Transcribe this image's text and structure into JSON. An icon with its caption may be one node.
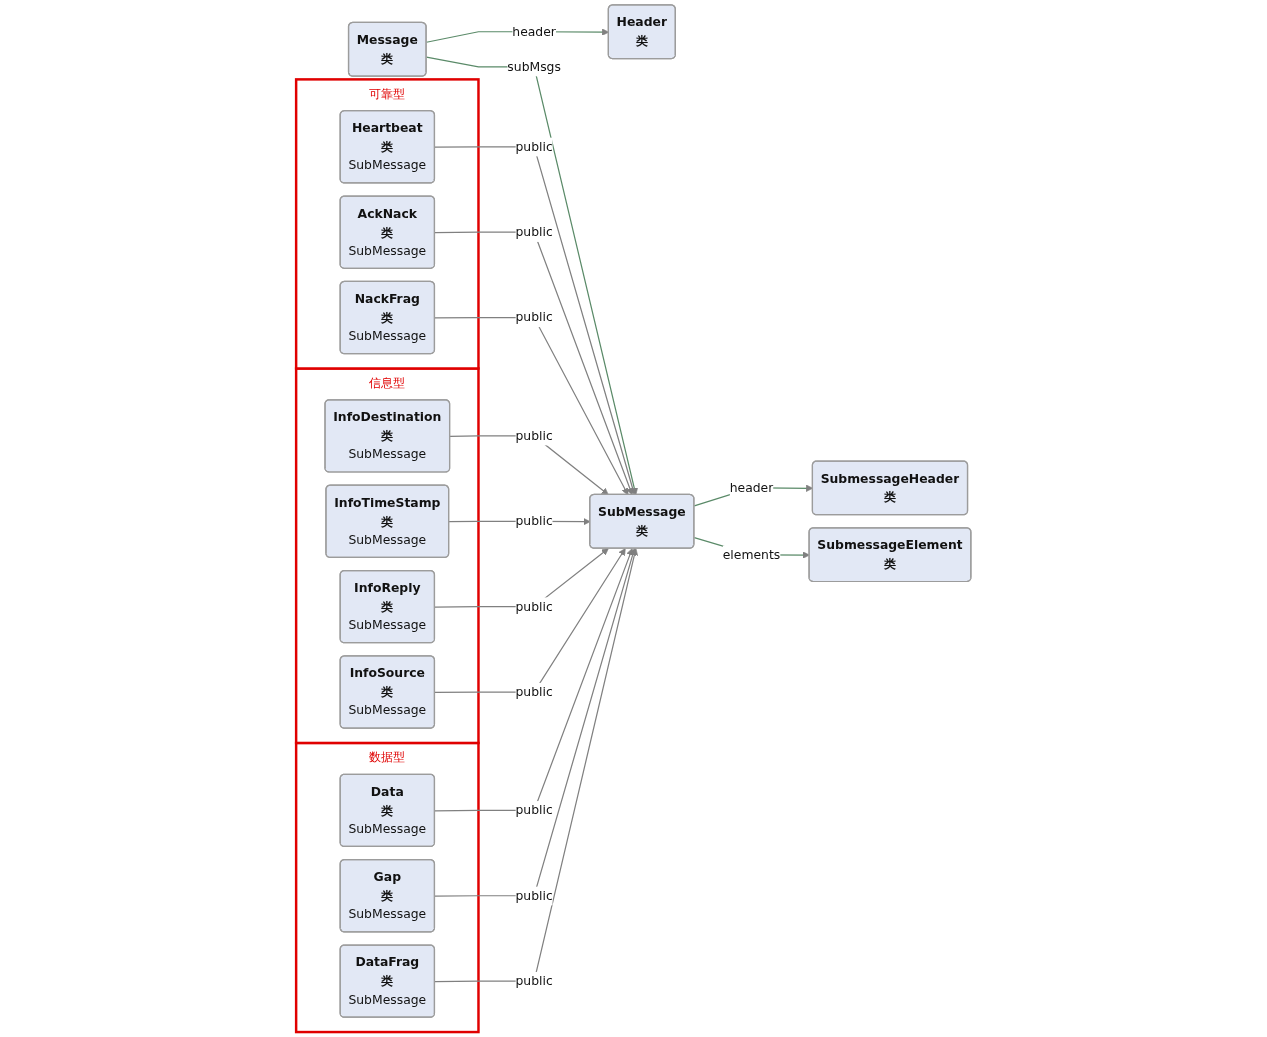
{
  "diagram": {
    "nodes": [
      {
        "text": [
          "Message",
          "类"
        ]
      },
      {
        "text": [
          "Header",
          "类"
        ]
      },
      {
        "text": [
          "SubmessageHeader",
          "类"
        ]
      },
      {
        "text": [
          "SubMessage",
          "类"
        ]
      },
      {
        "text": [
          "SubmessageElement",
          "类"
        ]
      },
      {
        "text": [
          "可靠型"
        ]
      },
      {
        "text": [
          "Heartbeat",
          "类",
          "SubMessage"
        ],
        "in": 5
      },
      {
        "text": [
          "AckNack",
          "类",
          "SubMessage"
        ],
        "in": 5
      },
      {
        "text": [
          "NackFrag",
          "类",
          "SubMessage"
        ],
        "in": 5
      },
      {
        "text": [
          "信息型"
        ]
      },
      {
        "text": [
          "InfoDestination",
          "类",
          "SubMessage"
        ],
        "in": 9
      },
      {
        "text": [
          "InfoTimeStamp",
          "类",
          "SubMessage"
        ],
        "in": 9
      },
      {
        "text": [
          "InfoReply",
          "类",
          "SubMessage"
        ],
        "in": 9
      },
      {
        "text": [
          "InfoSource",
          "类",
          "SubMessage"
        ],
        "in": 9
      },
      {
        "text": [
          "数据型"
        ]
      },
      {
        "text": [
          "Data",
          "类",
          "SubMessage"
        ],
        "in": 14
      },
      {
        "text": [
          "Gap",
          "类",
          "SubMessage"
        ],
        "in": 14
      },
      {
        "text": [
          "DataFrag",
          "类",
          "SubMessage"
        ],
        "in": 14
      }
    ],
    "edges": [
      {
        "from": 0,
        "to": 1,
        "arrow": "to",
        "label": "header",
        "color": "#5a8a68"
      },
      {
        "from": 0,
        "to": 3,
        "arrow": "to",
        "label": "subMsgs",
        "color": "#5a8a68"
      },
      {
        "from": 3,
        "to": 2,
        "arrow": "to",
        "label": "header",
        "color": "#5a8a68"
      },
      {
        "from": 3,
        "to": 4,
        "arrow": "to",
        "label": "elements",
        "color": "#5a8a68"
      },
      {
        "from": 6,
        "to": 3,
        "arrow": "to",
        "label": "public"
      },
      {
        "from": 7,
        "to": 3,
        "arrow": "to",
        "label": "public"
      },
      {
        "from": 8,
        "to": 3,
        "arrow": "to",
        "label": "public"
      },
      {
        "from": 10,
        "to": 3,
        "arrow": "to",
        "label": "public"
      },
      {
        "from": 11,
        "to": 3,
        "arrow": "to",
        "label": "public"
      },
      {
        "from": 12,
        "to": 3,
        "arrow": "to",
        "label": "public"
      },
      {
        "from": 13,
        "to": 3,
        "arrow": "to",
        "label": "public"
      },
      {
        "from": 15,
        "to": 3,
        "arrow": "to",
        "label": "public"
      },
      {
        "from": 16,
        "to": 3,
        "arrow": "to",
        "label": "public"
      },
      {
        "from": 17,
        "to": 3,
        "arrow": "to",
        "label": "public"
      }
    ]
  }
}
